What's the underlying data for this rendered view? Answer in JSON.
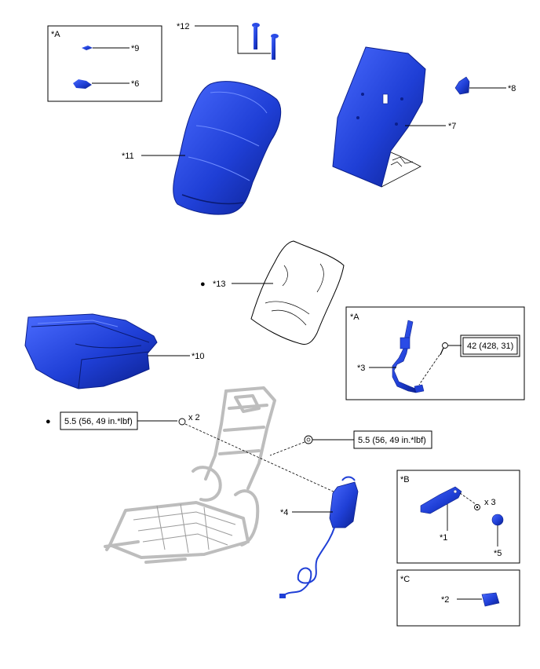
{
  "colors": {
    "part_fill": "#1f3fd6",
    "part_dark": "#0b1f8c",
    "part_light": "#5c7cff",
    "frame": "#bdbdbd",
    "line": "#000000"
  },
  "labels": {
    "p1": "*1",
    "p2": "*2",
    "p3": "*3",
    "p4": "*4",
    "p5": "*5",
    "p6": "*6",
    "p7": "*7",
    "p8": "*8",
    "p9": "*9",
    "p10": "*10",
    "p11": "*11",
    "p12": "*12",
    "p13": "*13"
  },
  "groups": {
    "a_top": "*A",
    "a_right": "*A",
    "b": "*B",
    "c": "*C"
  },
  "torque": {
    "t1": "42 (428, 31)",
    "t2": "5.5 (56, 49 in.*lbf)",
    "t3": "5.5 (56, 49 in.*lbf)"
  },
  "quantities": {
    "q1": "x 2",
    "q2": "x 3"
  },
  "bullets": {
    "b13": "●",
    "b_torque": "●"
  }
}
